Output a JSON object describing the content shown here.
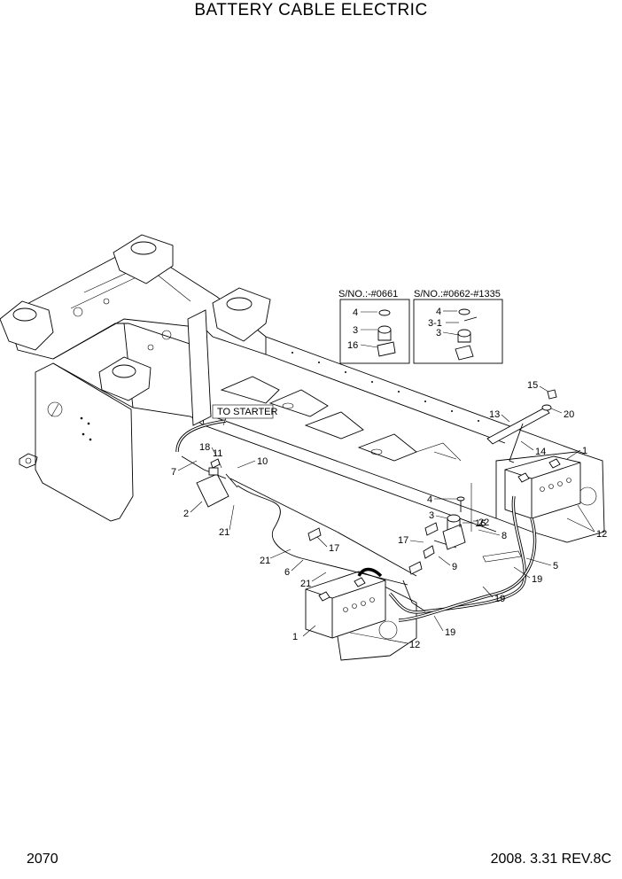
{
  "page": {
    "title": "BATTERY CABLE ELECTRIC",
    "page_number": "2070",
    "date_revision": "2008. 3.31  REV.8C"
  },
  "insets": {
    "left": {
      "serial": "S/NO.:-#0661",
      "labels": [
        "4",
        "3",
        "16"
      ]
    },
    "right": {
      "serial": "S/NO.:#0662-#1335",
      "labels": [
        "4",
        "3-1",
        "3"
      ]
    }
  },
  "callouts": {
    "to_starter": "TO STARTER",
    "c1_right": "1",
    "c1_left": "1",
    "c2": "2",
    "c3": "3",
    "c4": "4",
    "c5": "5",
    "c6": "6",
    "c7": "7",
    "c8": "8",
    "c9": "9",
    "c10": "10",
    "c11": "11",
    "c12_right": "12",
    "c12_left": "12",
    "c13": "13",
    "c14": "14",
    "c15": "15",
    "c16": "16",
    "c17_upper": "17",
    "c17_lower": "17",
    "c18": "18",
    "c19_a": "19",
    "c19_b": "19",
    "c19_c": "19",
    "c20": "20",
    "c21_a": "21",
    "c21_b": "21",
    "c21_c": "21",
    "c22": "22"
  }
}
